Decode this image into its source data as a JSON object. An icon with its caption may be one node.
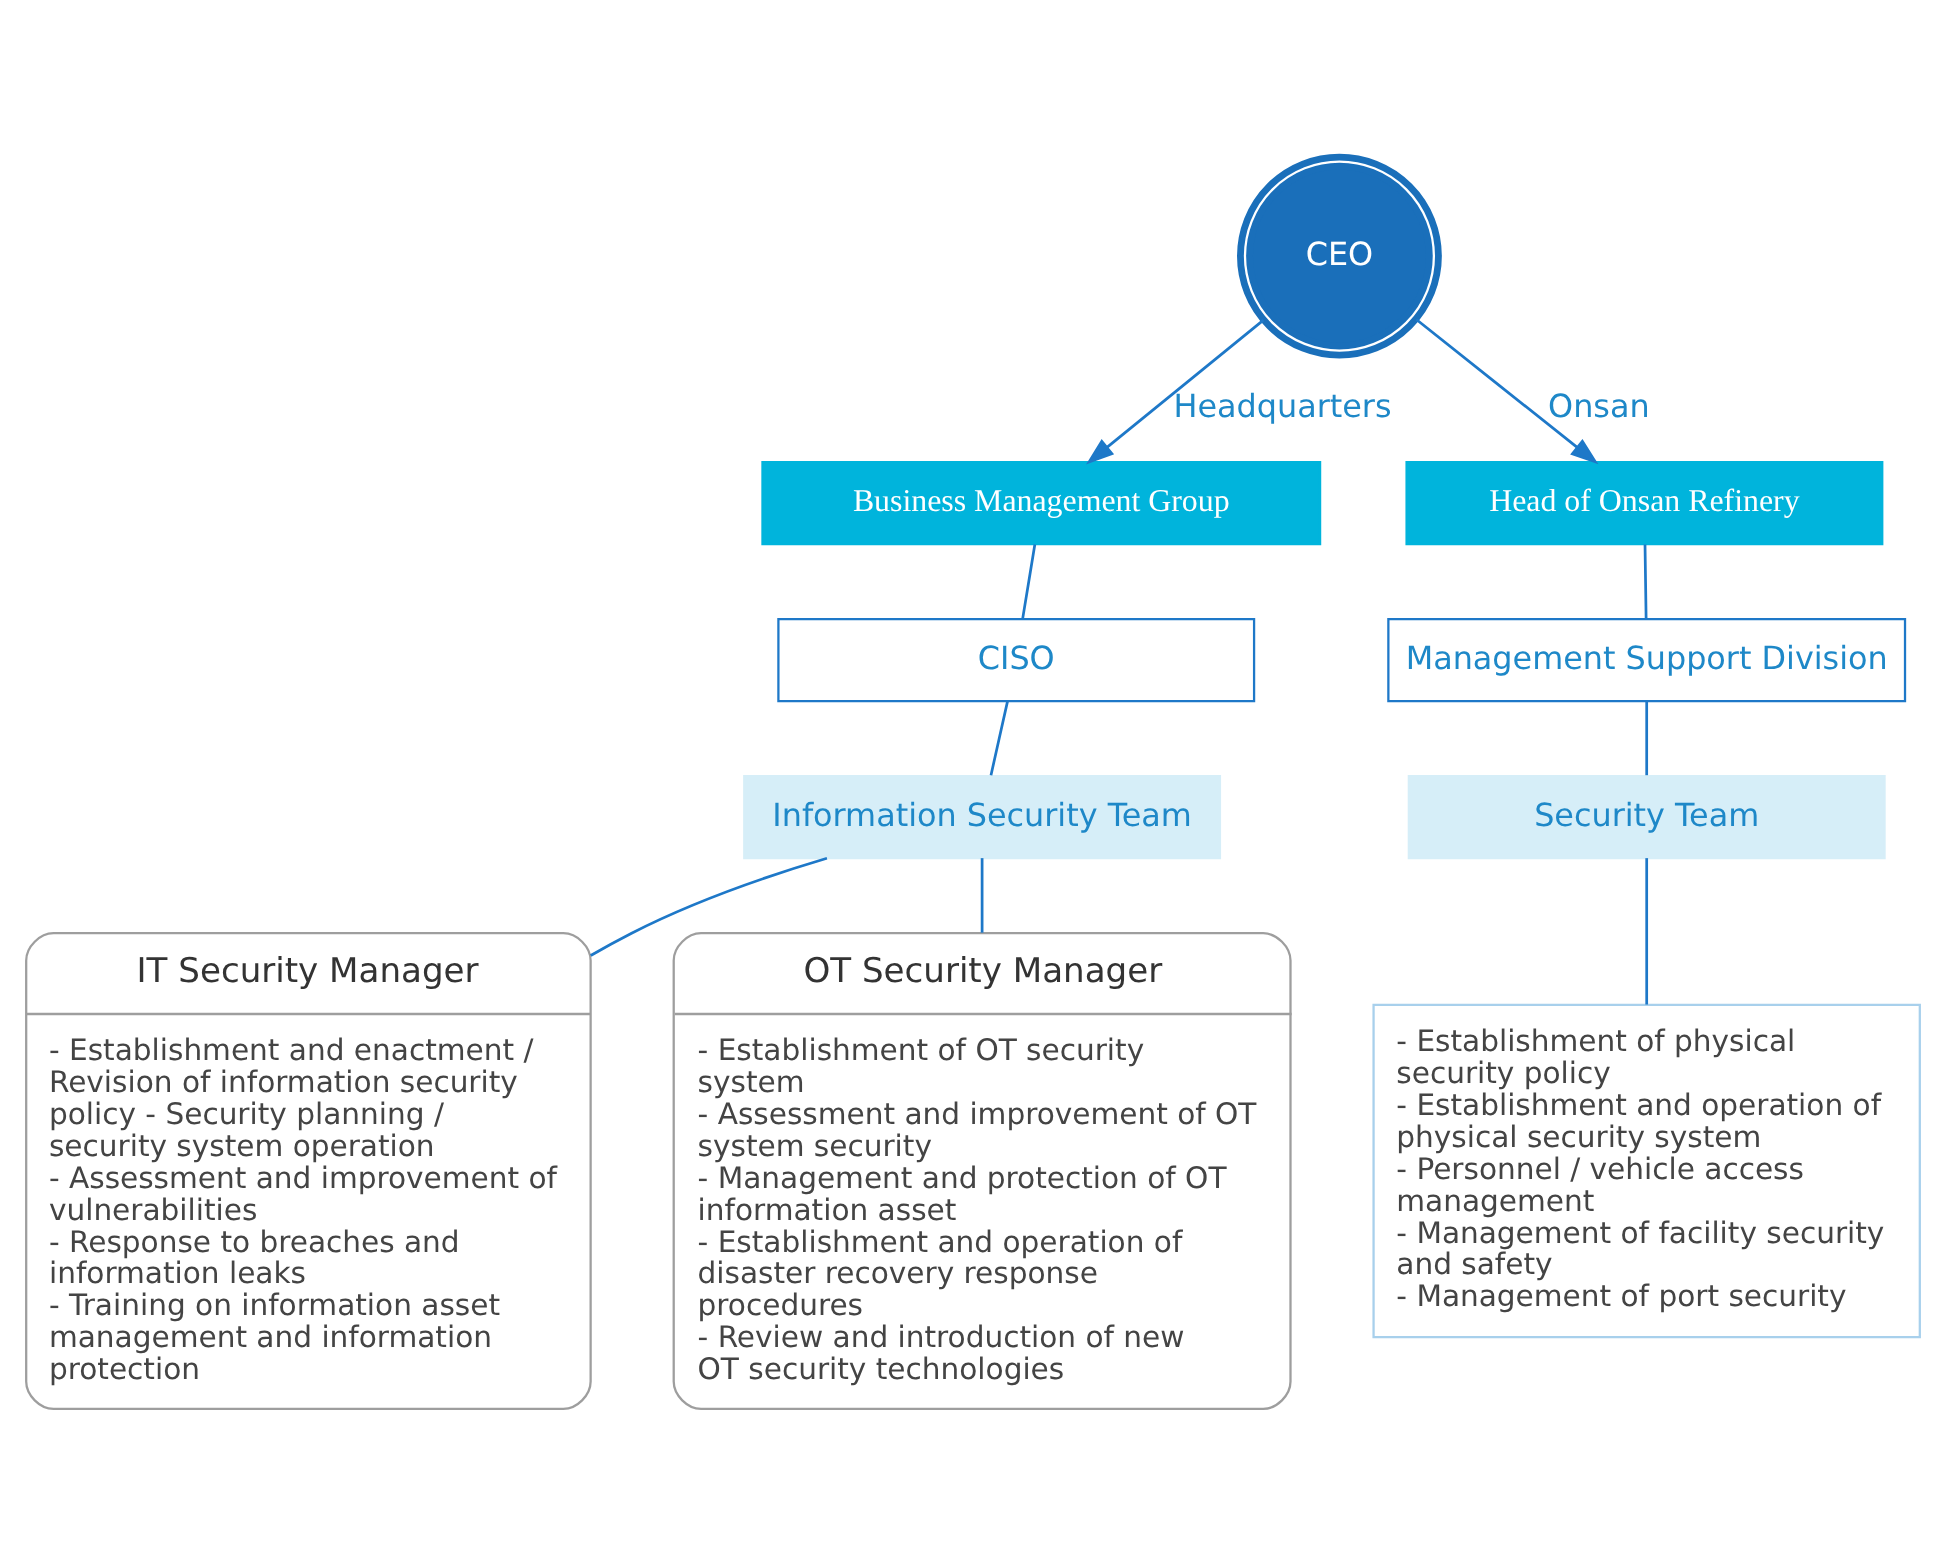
{
  "diagram": {
    "nodes": [
      {
        "text": [
          "CEO"
        ]
      },
      {
        "text": [
          "Business Management Group"
        ]
      },
      {
        "text": [
          "CISO"
        ]
      },
      {
        "text": [
          "Information Security Team"
        ]
      },
      {
        "text": [
          "IT Security Manager",
          "- Establishment and enactment / Revision of information security policy - Security planning / security system operation",
          "- Assessment and improvement of vulnerabilities",
          "- Response to breaches and information leaks",
          "- Training on information asset management and information protection"
        ]
      },
      {
        "text": [
          "OT Security Manager",
          "- Establishment of OT security system",
          "- Assessment and improvement of OT system security",
          "- Management and protection of OT information asset",
          "- Establishment and operation of disaster recovery response procedures",
          "- Review and introduction of new OT security technologies"
        ]
      },
      {
        "text": [
          "Head of Onsan Refinery"
        ]
      },
      {
        "text": [
          "Management Support Division"
        ]
      },
      {
        "text": [
          "Security Team"
        ]
      },
      {
        "text": [
          "- Establishment of physical security policy",
          "- Establishment and operation of physical security system",
          "- Personnel / vehicle access management",
          "- Management of facility security and safety",
          "- Management of port security"
        ]
      }
    ],
    "edges": [
      {
        "from": 0,
        "to": 1,
        "arrow": "to",
        "label": "Headquarters"
      },
      {
        "from": 0,
        "to": 6,
        "arrow": "to",
        "label": "Onsan"
      },
      {
        "from": 1,
        "to": 2,
        "arrow": "none"
      },
      {
        "from": 2,
        "to": 3,
        "arrow": "none"
      },
      {
        "from": 3,
        "to": 4,
        "arrow": "none"
      },
      {
        "from": 3,
        "to": 5,
        "arrow": "none"
      },
      {
        "from": 6,
        "to": 7,
        "arrow": "none"
      },
      {
        "from": 7,
        "to": 8,
        "arrow": "none"
      },
      {
        "from": 8,
        "to": 9,
        "arrow": "none"
      }
    ]
  }
}
